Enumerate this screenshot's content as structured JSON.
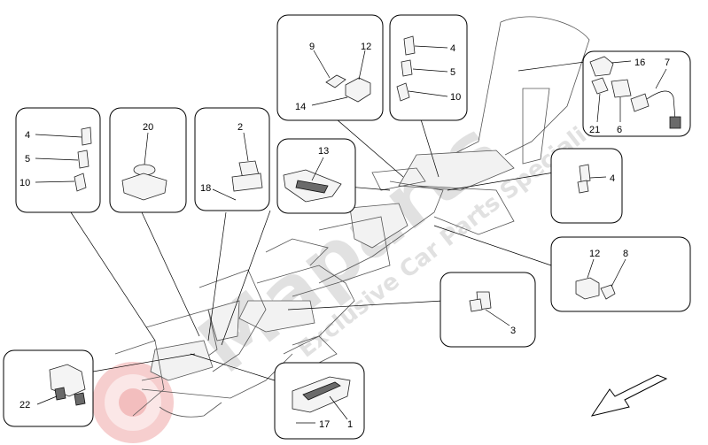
{
  "watermark": {
    "brand": "Maparts",
    "tagline": "Exclusive Car Parts Specialist"
  },
  "callouts": {
    "box_9_12_14": [
      "9",
      "12",
      "14"
    ],
    "box_4_5_10_top": [
      "4",
      "5",
      "10"
    ],
    "box_16_7_21_6": [
      "16",
      "7",
      "21",
      "6"
    ],
    "box_4_5_10_left": [
      "4",
      "5",
      "10"
    ],
    "box_20": [
      "20"
    ],
    "box_2_18": [
      "2",
      "18"
    ],
    "box_13": [
      "13"
    ],
    "box_4_right": [
      "4"
    ],
    "box_12_8": [
      "12",
      "8"
    ],
    "box_3": [
      "3"
    ],
    "box_22": [
      "22"
    ],
    "box_17_1": [
      "17",
      "1"
    ]
  }
}
